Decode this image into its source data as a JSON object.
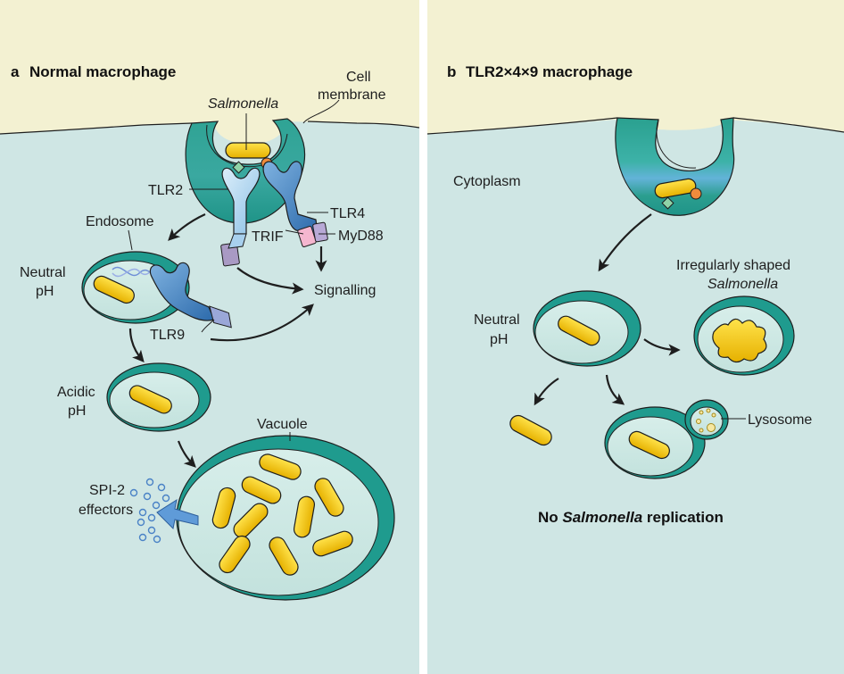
{
  "panel_a": {
    "letter": "a",
    "title": "Normal macrophage",
    "labels": {
      "salmonella": "Salmonella",
      "cell_membrane_1": "Cell",
      "cell_membrane_2": "membrane",
      "tlr2": "TLR2",
      "tlr4": "TLR4",
      "trif": "TRIF",
      "myd88": "MyD88",
      "endosome": "Endosome",
      "neutral_ph_1": "Neutral",
      "neutral_ph_2": "pH",
      "signalling": "Signalling",
      "tlr9": "TLR9",
      "acidic_ph_1": "Acidic",
      "acidic_ph_2": "pH",
      "vacuole": "Vacuole",
      "spi2_1": "SPI-2",
      "spi2_2": "effectors"
    }
  },
  "panel_b": {
    "letter": "b",
    "title": "TLR2×4×9 macrophage",
    "labels": {
      "cytoplasm": "Cytoplasm",
      "neutral_ph_1": "Neutral",
      "neutral_ph_2": "pH",
      "irregular_1": "Irregularly shaped",
      "irregular_2": "Salmonella",
      "lysosome": "Lysosome",
      "no_replication_1": "No ",
      "no_replication_2": "Salmonella",
      "no_replication_3": " replication"
    }
  },
  "colors": {
    "extracellular": "#f3f1d2",
    "cytoplasm": "#cfe6e4",
    "membrane_teal": "#1f9b8e",
    "bacterium": "#f3c712",
    "receptor_blue": "#6aa3d6",
    "arrow": "#1e1e1e"
  }
}
